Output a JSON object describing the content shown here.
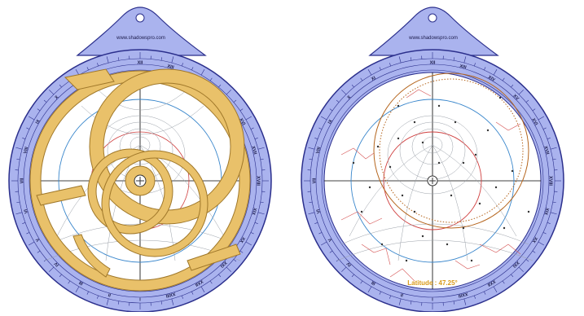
{
  "left": {
    "site_label": "www.shadowspro.com",
    "hour_numerals": [
      "XII",
      "XIII",
      "XIV",
      "XV",
      "XVI",
      "XVII",
      "XVIII",
      "XIX",
      "XX",
      "XXI",
      "XXII",
      "XXIII",
      "I",
      "II",
      "III",
      "IV",
      "V",
      "VI",
      "VII",
      "VIII",
      "IX",
      "X",
      "XI"
    ]
  },
  "right": {
    "site_label": "www.shadowspro.com",
    "latitude_label": "Latitude : 47.25°",
    "hour_numerals": [
      "XII",
      "XIII",
      "XIV",
      "XV",
      "XVI",
      "XVII",
      "XVIII",
      "XIX",
      "XX",
      "XXI",
      "XXII",
      "XXIII",
      "I",
      "II",
      "III",
      "IV",
      "V",
      "VI",
      "VII",
      "VIII",
      "IX",
      "X",
      "XI"
    ]
  },
  "colors": {
    "mater_fill": "#aab3ee",
    "mater_stroke": "#2b2f8c",
    "plate_fill": "#ffffff",
    "rete_fill": "#e9c16a",
    "rete_stroke": "#a0782a",
    "tropic_blue": "#3a87cc",
    "ecliptic_red": "#d04040",
    "latitude_text": "#d99a1a"
  }
}
